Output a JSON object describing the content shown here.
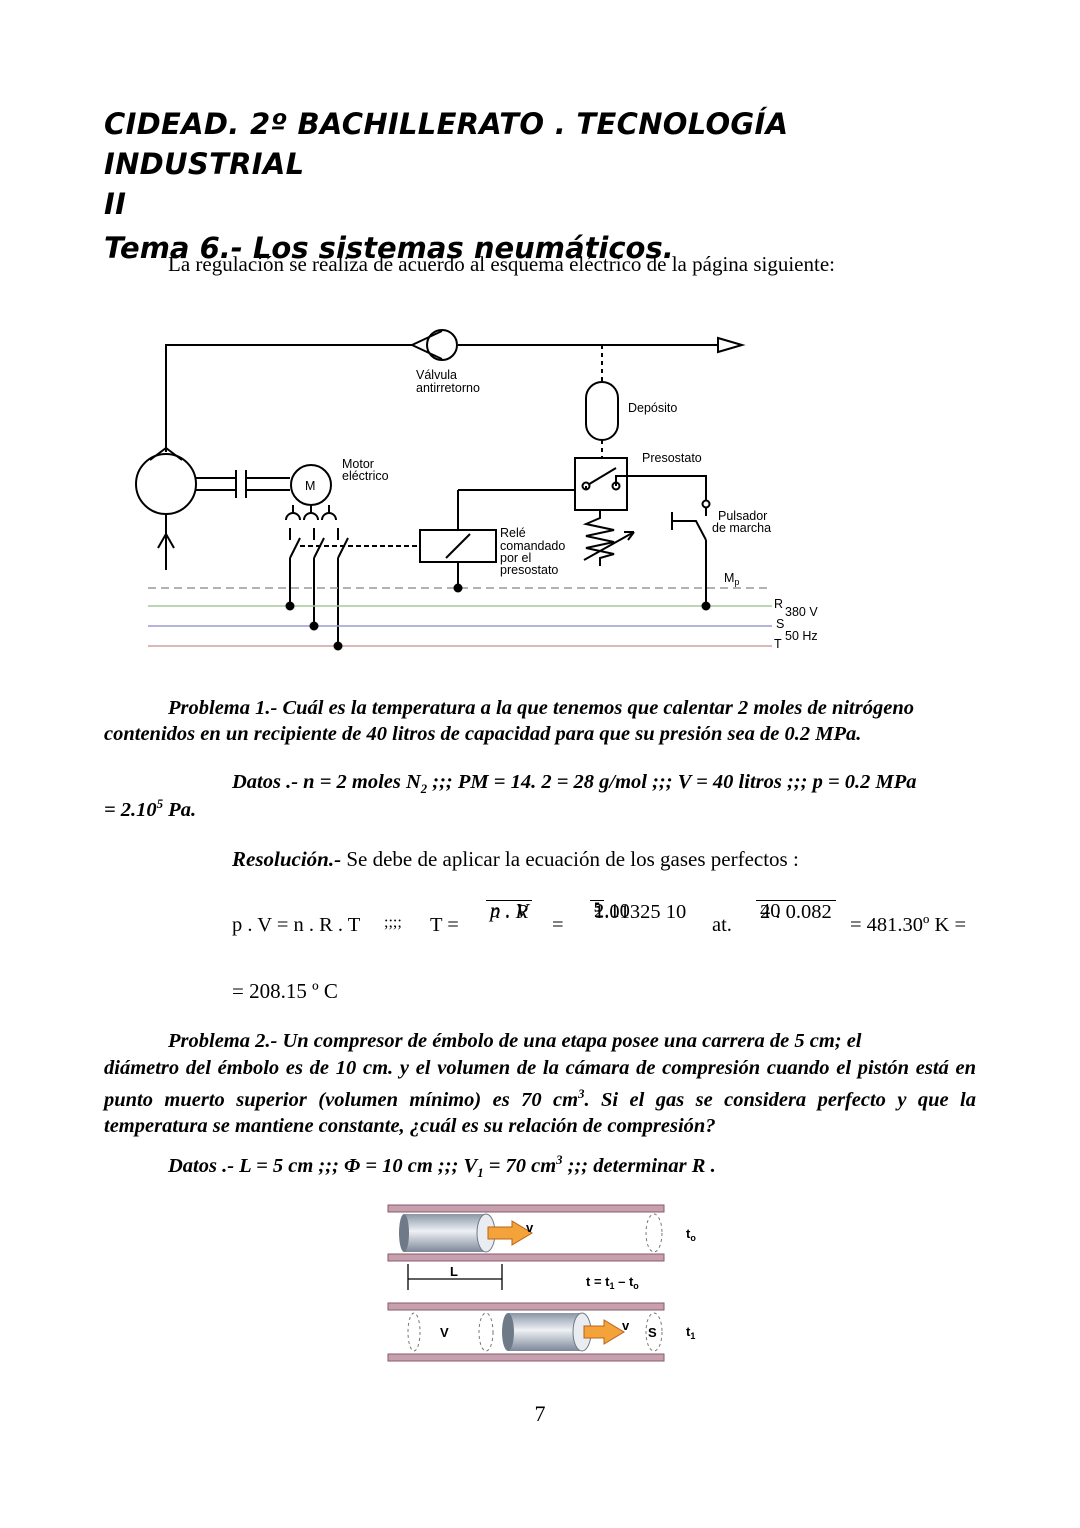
{
  "header": {
    "line1": "CIDEAD. 2º BACHILLERATO . TECNOLOGÍA INDUSTRIAL",
    "line2": "II",
    "line3": "Tema 6.- Los sistemas neumáticos."
  },
  "intro": "La regulación se realiza de acuerdo al esquema eléctrico de la página siguiente:",
  "diagram1": {
    "valve_line1": "Válvula",
    "valve_line2": "antirretorno",
    "deposit": "Depósito",
    "motor_line1": "Motor",
    "motor_line2": "eléctrico",
    "motor_symbol": "M",
    "presostato": "Presostato",
    "pulsador_line1": "Pulsador",
    "pulsador_line2": "de marcha",
    "relay_line1": "Relé",
    "relay_line2": "comandado",
    "relay_line3": "por el",
    "relay_line4": "presostato",
    "mp": "M",
    "mp_sub": "p",
    "phase_r": "R",
    "phase_s": "S",
    "phase_t": "T",
    "voltage": "380 V",
    "frequency": "50 Hz"
  },
  "problem1": {
    "lead": "Problema 1.- Cuál es la temperatura a la que tenemos que calentar 2 moles de nitrógeno",
    "rest": "contenidos en un recipiente de 40 litros de capacidad para que su presión sea de 0.2 MPa.",
    "datos_a": "Datos .-  n = 2 moles N",
    "datos_sub": "2",
    "datos_b": " ;;; PM = 14. 2 = 28 g/mol ;;; V = 40 litros ;;; p = 0.2 MPa",
    "datos_c": "= 2.10",
    "datos_sup": "5",
    "datos_d": "  Pa.",
    "resol_label": "Resolución.-",
    "resol_text": " Se debe de aplicar la ecuación de los gases perfectos :",
    "eq_pv": "p . V = n . R . T",
    "eq_sep": ";;;;",
    "eq_T": "T  =",
    "eq_f1_num": "p . V",
    "eq_f1_den": "n . R",
    "eq_eq": "=",
    "eq_f2_num": "2.10",
    "eq_f2_num_sup": "5",
    "eq_f2_den": "1.01325 10",
    "eq_f2_den_sup": "5",
    "eq_at": "at.",
    "eq_f3_num": "40",
    "eq_f3_den": "2 . 0.082",
    "eq_result": "= 481.30º K =",
    "result2": "= 208.15 º C"
  },
  "problem2": {
    "lead": "Problema 2.- Un compresor de émbolo de una etapa posee una carrera de 5 cm; el",
    "rest_a": "diámetro del émbolo es de 10 cm. y el volumen de la cámara de compresión cuando el pistón está en punto muerto superior (volumen mínimo) es 70 cm",
    "rest_sup": "3",
    "rest_b": ". Si el gas se considera perfecto y que la temperatura se mantiene constante, ¿cuál es su relación de compresión?",
    "datos_a": "Datos .- L = 5 cm  ;;; Φ = 10 cm ;;;  V",
    "datos_sub": "1",
    "datos_b": " = 70 cm",
    "datos_sup": "3",
    "datos_c": " ;;; determinar R ."
  },
  "diagram2": {
    "v_top": "v",
    "t0": "t",
    "t0_sub": "o",
    "L": "L",
    "interval": "t = t",
    "interval_sub1": "1",
    "interval_mid": " – t",
    "interval_sub2": "o",
    "v_left": "V",
    "v_right": "v",
    "s": "S",
    "t1": "t",
    "t1_sub": "1"
  },
  "page_number": "7"
}
